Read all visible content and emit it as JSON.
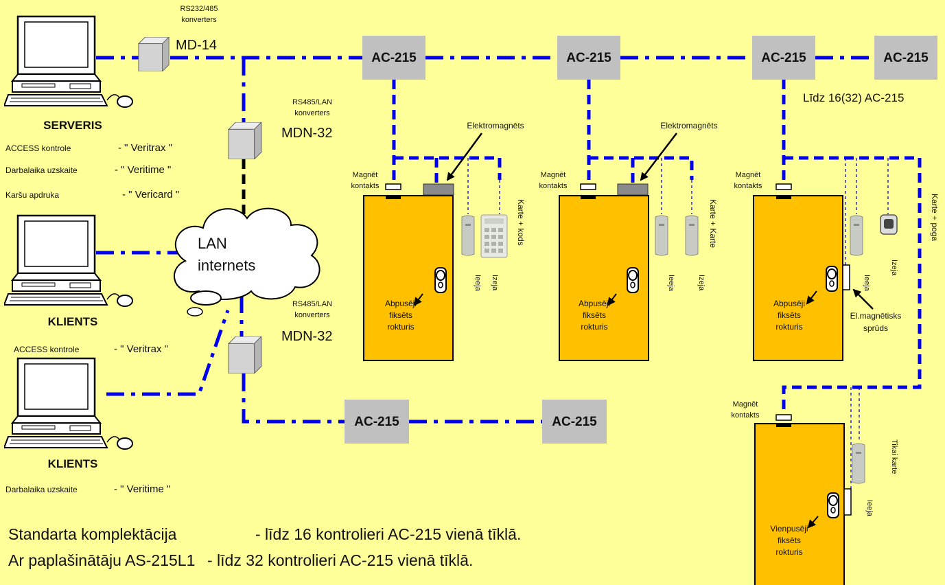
{
  "colors": {
    "background": "#ffff99",
    "bus_blue": "#0000ee",
    "door_yellow": "#ffc000",
    "controller_gray": "#c0c0c0"
  },
  "converters": {
    "md14": {
      "caption": [
        "RS232/485",
        "konverters"
      ],
      "model": "MD-14"
    },
    "mdn_top": {
      "caption": [
        "RS485/LAN",
        "konverters"
      ],
      "model": "MDN-32"
    },
    "mdn_bottom": {
      "caption": [
        "RS485/LAN",
        "konverters"
      ],
      "model": "MDN-32"
    }
  },
  "server": {
    "title": "SERVERIS",
    "lines": [
      {
        "label": "ACCESS kontrole",
        "value": "- \" Veritrax \""
      },
      {
        "label": "Darbalaika uzskaite",
        "value": "- \" Veritime \""
      },
      {
        "label": "Karšu apdruka",
        "value": "- \" Vericard \""
      }
    ]
  },
  "client1": {
    "title": "KLIENTS",
    "line": {
      "label": "ACCESS kontrole",
      "value": "- \" Veritrax \""
    }
  },
  "client2": {
    "title": "KLIENTS",
    "line": {
      "label": "Darbalaika uzskaite",
      "value": "- \" Veritime \""
    }
  },
  "cloud": {
    "lines": [
      "LAN",
      "internets"
    ]
  },
  "controllers": {
    "label": "AC-215",
    "top_count": 4,
    "bottom_count": 2,
    "limit_note": "Līdz 16(32) AC-215"
  },
  "doors": [
    {
      "contact": [
        "Magnēt",
        "kontakts"
      ],
      "electromagnet": "Elektromagnēts",
      "handle": [
        "Abpusēji",
        "fiksēts",
        "rokturis"
      ],
      "reader_labels": [
        "Ieeja",
        "Izeja"
      ],
      "mode": "Karte + kods"
    },
    {
      "contact": [
        "Magnēt",
        "kontakts"
      ],
      "electromagnet": "Elektromagnēts",
      "handle": [
        "Abpusēji",
        "fiksēts",
        "rokturis"
      ],
      "reader_labels": [
        "Ieeja",
        "Izeja"
      ],
      "mode": "Karte + Karte"
    },
    {
      "contact": [
        "Magnēt",
        "kontakts"
      ],
      "handle": [
        "Abpusēji",
        "fiksēts",
        "rokturis"
      ],
      "reader_labels": [
        "Ieeja",
        "Izeja"
      ],
      "mode": "Karte + poga",
      "strike": [
        "El.magnētisks",
        "sprūds"
      ]
    },
    {
      "contact": [
        "Magnēt",
        "kontakts"
      ],
      "handle": [
        "Vienpusēji",
        "fiksēts",
        "rokturis"
      ],
      "reader_labels": [
        "Ieeja"
      ],
      "mode": "Tikai karte"
    }
  ],
  "footer": [
    {
      "left": "Standarta komplektācija",
      "right": "- līdz 16 kontrolieri AC-215 vienā tīklā."
    },
    {
      "left": "Ar paplašinātāju AS-215L1",
      "right": "- līdz 32 kontrolieri AC-215 vienā tīklā."
    }
  ]
}
